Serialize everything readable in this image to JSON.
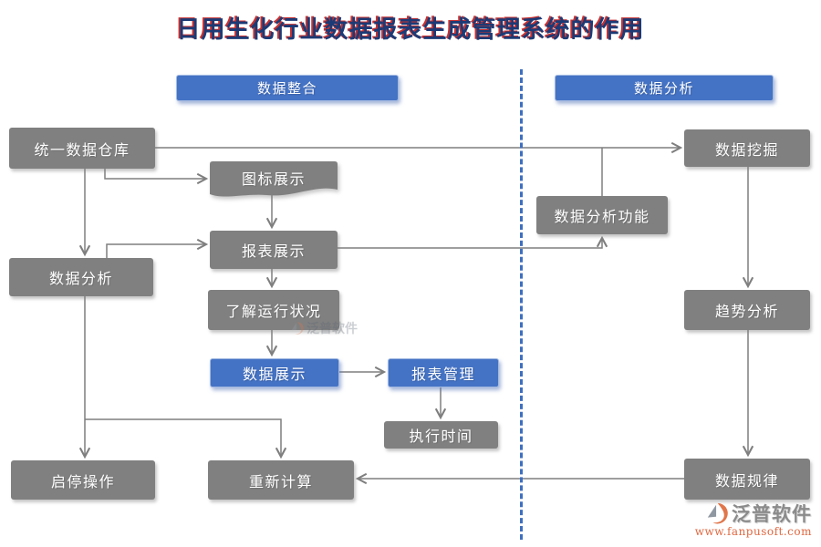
{
  "title": "日用生化行业数据报表生成管理系统的作用",
  "sections": {
    "left_header": "数据整合",
    "right_header": "数据分析"
  },
  "nodes": {
    "unified_warehouse": {
      "label": "统一数据仓库"
    },
    "icon_display": {
      "label": "图标展示"
    },
    "report_display": {
      "label": "报表展示"
    },
    "data_analysis_left": {
      "label": "数据分析"
    },
    "understand_status": {
      "label": "了解运行状况"
    },
    "data_display": {
      "label": "数据展示"
    },
    "report_management": {
      "label": "报表管理"
    },
    "execution_time": {
      "label": "执行时间"
    },
    "start_stop_operation": {
      "label": "启停操作"
    },
    "recalculate": {
      "label": "重新计算"
    },
    "data_mining": {
      "label": "数据挖掘"
    },
    "data_analysis_function": {
      "label": "数据分析功能"
    },
    "trend_analysis": {
      "label": "趋势分析"
    },
    "data_pattern": {
      "label": "数据规律"
    }
  },
  "watermark": {
    "brand": "泛普软件",
    "url": "www.fanpusoft.com"
  },
  "colors": {
    "accent_blue": "#4472c4",
    "node_gray": "#808080",
    "title_blue": "#1c3a75",
    "title_red": "#c42626",
    "connector_gray": "#7f7f7f",
    "watermark_orange": "#e06840"
  }
}
